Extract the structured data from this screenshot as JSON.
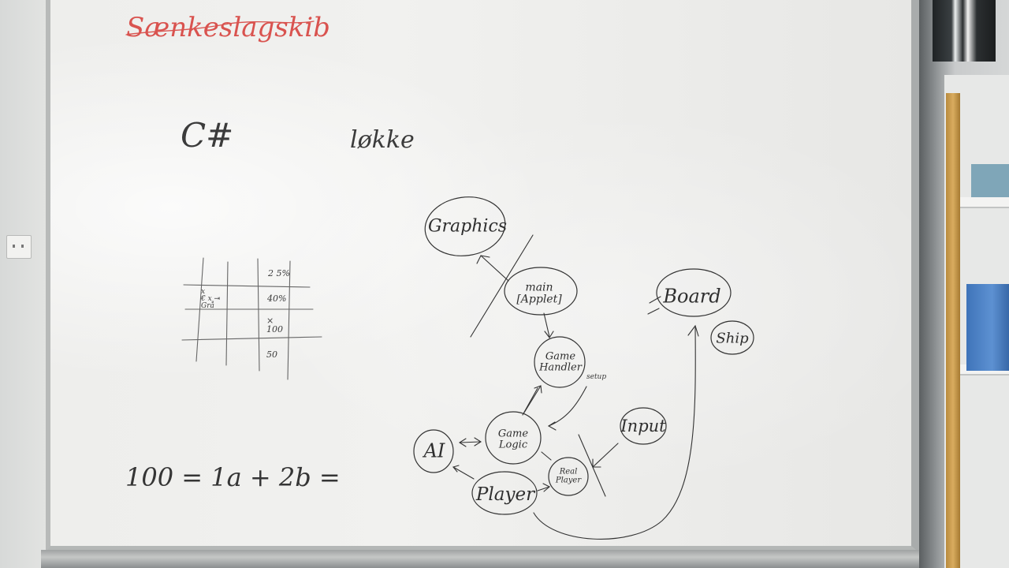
{
  "scene": {
    "title_scribble": "Sænkeslagskib",
    "language": "C#",
    "loop_word": "løkke",
    "equation": "100 = 1a + 2b =",
    "grid": {
      "cells": [
        "2 5%",
        "40%",
        "×\n100",
        "50"
      ],
      "center_marks": "x\n€ x ⇥\nGrå"
    },
    "diagram": {
      "nodes": {
        "graphics": "Graphics",
        "main": "main\n[Applet]",
        "game_handler": "Game\nHandler",
        "game_logic": "Game\nLogic",
        "ai": "AI",
        "player": "Player",
        "real_player": "Real\nPlayer",
        "input": "Input",
        "board": "Board",
        "ship": "Ship"
      },
      "setup_label": "setup"
    },
    "colors": {
      "ink_dark": "#2f2f2f",
      "ink_red": "#d9534f"
    }
  }
}
